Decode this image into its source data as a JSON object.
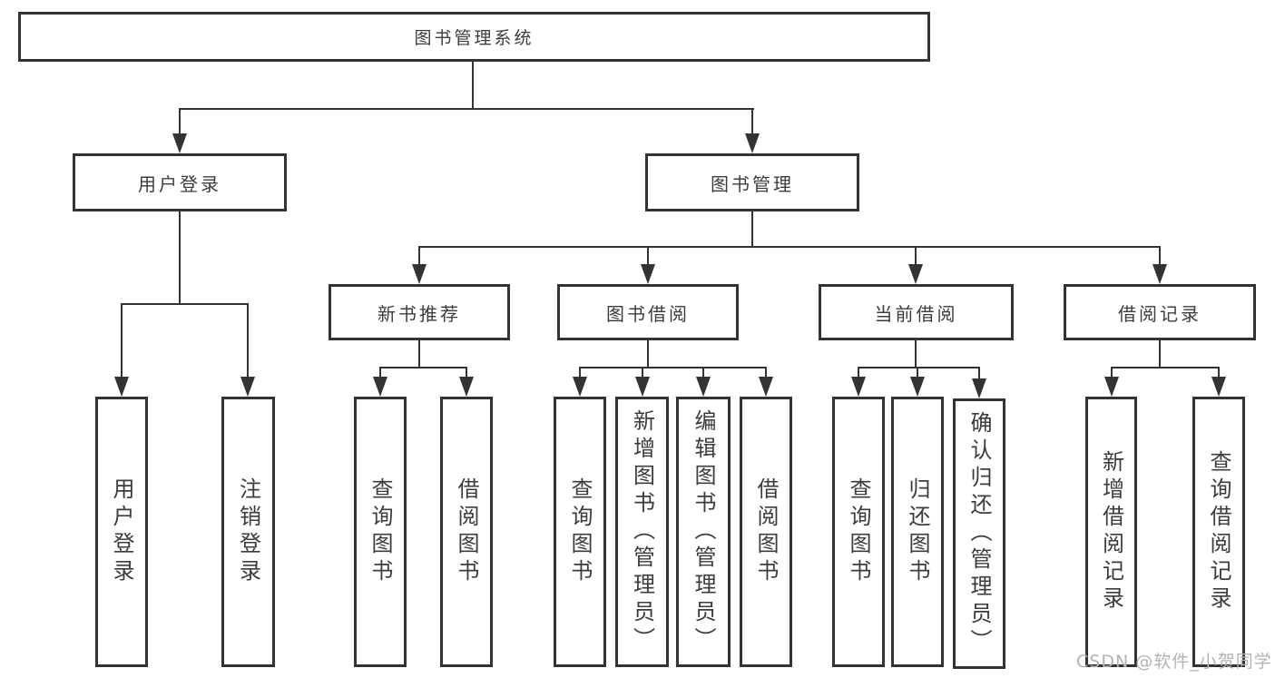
{
  "diagram": {
    "root": {
      "label": "图书管理系统"
    },
    "level2": [
      {
        "label": "用户登录"
      },
      {
        "label": "图书管理"
      }
    ],
    "level3": [
      {
        "label": "新书推荐"
      },
      {
        "label": "图书借阅"
      },
      {
        "label": "当前借阅"
      },
      {
        "label": "借阅记录"
      }
    ],
    "leaves": {
      "user_login": [
        {
          "label": "用户登录"
        },
        {
          "label": "注销登录"
        }
      ],
      "new_book_recommend": [
        {
          "label": "查询图书"
        },
        {
          "label": "借阅图书"
        }
      ],
      "book_borrow": [
        {
          "label": "查询图书"
        },
        {
          "label": "新增图书（管理员）"
        },
        {
          "label": "编辑图书（管理员）"
        },
        {
          "label": "借阅图书"
        }
      ],
      "current_borrow": [
        {
          "label": "查询图书"
        },
        {
          "label": "归还图书"
        },
        {
          "label": "确认归还（管理员）"
        }
      ],
      "borrow_records": [
        {
          "label": "新增借阅记录"
        },
        {
          "label": "查询借阅记录"
        }
      ]
    },
    "colors": {
      "line": "#333333",
      "text": "#3c3c3c",
      "background": "#ffffff",
      "watermark": "#b3b3b3"
    },
    "watermark": "CSDN @软件_小贺同学"
  }
}
